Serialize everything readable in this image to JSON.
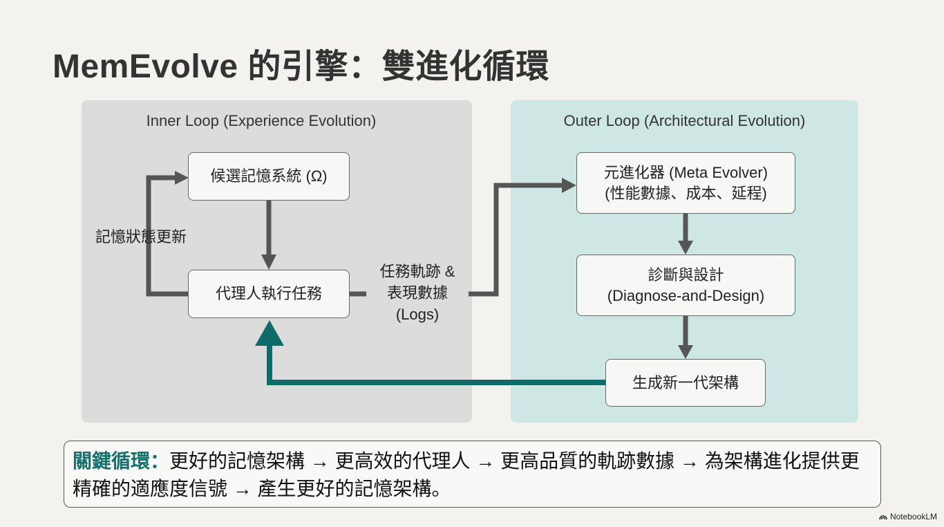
{
  "title": "MemEvolve 的引擎：雙進化循環",
  "inner_loop": {
    "title": "Inner Loop (Experience Evolution)",
    "candidate_box": "候選記憶系統 (Ω)",
    "agent_box": "代理人執行任務",
    "update_label": "記憶狀態更新"
  },
  "logs_label": {
    "line1": "任務軌跡 &",
    "line2": "表現數據",
    "line3": "(Logs)"
  },
  "outer_loop": {
    "title": "Outer Loop (Architectural Evolution)",
    "meta_line1": "元進化器 (Meta Evolver)",
    "meta_line2": "(性能數據、成本、延程)",
    "diag_line1": "診斷與設計",
    "diag_line2": "(Diagnose-and-Design)",
    "generate_box": "生成新一代架構"
  },
  "summary": {
    "key": "關鍵循環：",
    "text": "更好的記憶架構 → 更高效的代理人 → 更高品質的軌跡數據 → 為架構進化提供更精確的適應度信號 → 產生更好的記憶架構。"
  },
  "brand": "NotebookLM",
  "colors": {
    "accent": "#17706e",
    "arrow_gray": "#555555",
    "inner_bg": "#dcdcdc",
    "outer_bg": "#cfe7e4"
  }
}
